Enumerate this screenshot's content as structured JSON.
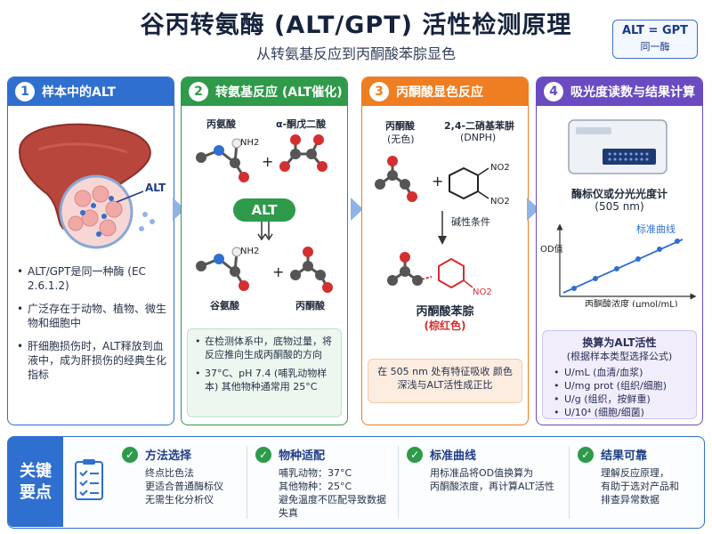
{
  "header": {
    "title": "谷丙转氨酶 (ALT/GPT) 活性检测原理",
    "subtitle": "从转氨基反应到丙酮酸苯腙显色",
    "badge_main": "ALT = GPT",
    "badge_sub": "同一酶"
  },
  "colors": {
    "blue": "#2f6fcf",
    "green": "#2e9a4a",
    "orange": "#ef7d22",
    "purple": "#6a4bc1",
    "red_text": "#d32f2f"
  },
  "panel1": {
    "number": "1",
    "title": "样本中的ALT",
    "alt_label": "ALT",
    "bullets": [
      "ALT/GPT是同一种酶 (EC 2.6.1.2)",
      "广泛存在于动物、植物、微生物和细胞中",
      "肝细胞损伤时，ALT释放到血液中，成为肝损伤的经典生化指标"
    ]
  },
  "panel2": {
    "number": "2",
    "title": "转氨基反应 (ALT催化)",
    "reactant1": "丙氨酸",
    "reactant2": "α-酮戊二酸",
    "nh2": "NH2",
    "enzyme": "ALT",
    "plus": "+",
    "product1": "谷氨酸",
    "product2": "丙酮酸",
    "notes": [
      "在检测体系中，底物过量，将反应推向生成丙酮酸的方向",
      "37°C、pH 7.4 (哺乳动物样本) 其他物种通常用 25°C"
    ]
  },
  "panel3": {
    "number": "3",
    "title": "丙酮酸显色反应",
    "reactant1": "丙酮酸",
    "reactant1_sub": "(无色)",
    "reactant2": "2,4-二硝基苯肼",
    "reactant2_sub": "(DNPH)",
    "no2": "NO2",
    "condition": "碱性条件",
    "product": "丙酮酸苯腙",
    "product_sub": "(棕红色)",
    "note": "在 505 nm 处有特征吸收 颜色深浅与ALT活性成正比"
  },
  "panel4": {
    "number": "4",
    "title": "吸光度读数与结果计算",
    "instrument": "酶标仪或分光光度计",
    "wavelength": "(505 nm)",
    "curve_label": "标准曲线",
    "y_label": "OD值",
    "x_label": "丙酮酸浓度 (μmol/mL)",
    "calc_title": "换算为ALT活性",
    "calc_sub": "(根据样本类型选择公式)",
    "units": [
      "U/mL (血清/血浆)",
      "U/mg prot (组织/细胞)",
      "U/g (组织，按鲜重)",
      "U/10⁴ (细胞/细菌)"
    ]
  },
  "key_points": {
    "head_line1": "关键",
    "head_line2": "要点",
    "items": [
      {
        "title": "方法选择",
        "lines": [
          "终点比色法",
          "更适合普通酶标仪",
          "无需生化分析仪"
        ]
      },
      {
        "title": "物种适配",
        "lines": [
          "哺乳动物：37°C",
          "其他物种：25°C",
          "避免温度不匹配导致数据失真"
        ]
      },
      {
        "title": "标准曲线",
        "lines": [
          "用标准品将OD值换算为",
          "丙酮酸浓度，再计算ALT活性"
        ]
      },
      {
        "title": "结果可靠",
        "lines": [
          "理解反应原理，",
          "有助于选对产品和",
          "排查异常数据"
        ]
      }
    ]
  }
}
